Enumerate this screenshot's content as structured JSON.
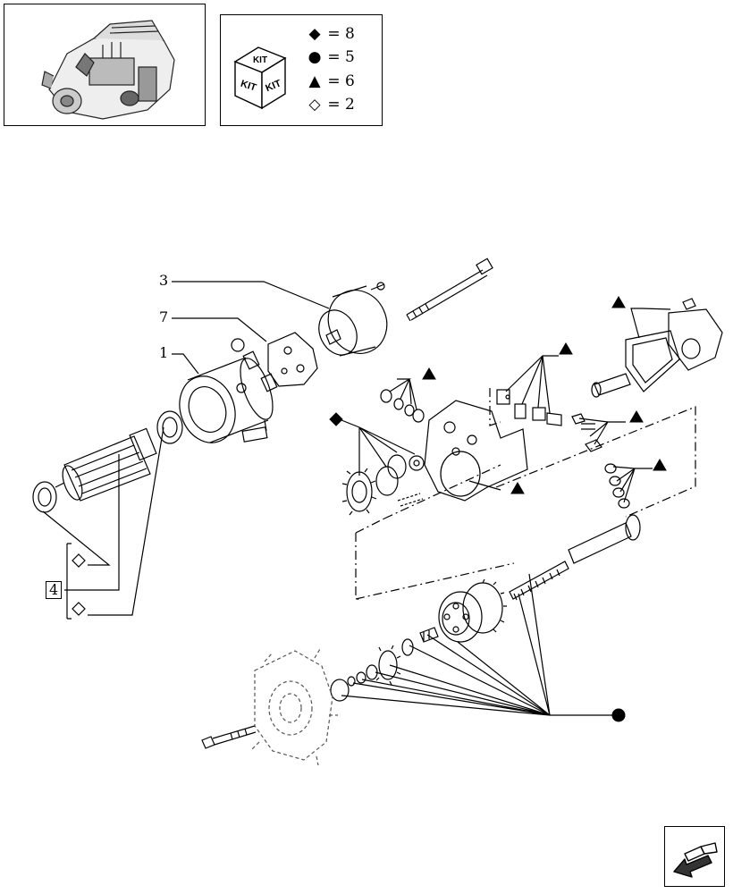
{
  "kit_legend": [
    {
      "symbol": "◆",
      "shape": "filled-diamond",
      "text": "= 8"
    },
    {
      "symbol": "●",
      "shape": "filled-circle",
      "text": "= 5"
    },
    {
      "symbol": "▲",
      "shape": "filled-triangle",
      "text": "= 6"
    },
    {
      "symbol": "◇",
      "shape": "open-diamond",
      "text": "= 2"
    }
  ],
  "kit_icon": {
    "top_label": "KIT",
    "left_label": "KIT",
    "right_label": "KIT"
  },
  "callouts": {
    "ref_3": "3",
    "ref_7": "7",
    "ref_1": "1",
    "ref_4": "4"
  },
  "icons": {
    "engine": "engine-thumbnail-icon",
    "kit": "kit-cube-icon",
    "nav": "next-page-arrow-icon"
  },
  "colors": {
    "line": "#000000",
    "background": "#ffffff",
    "ghost": "#555555"
  }
}
